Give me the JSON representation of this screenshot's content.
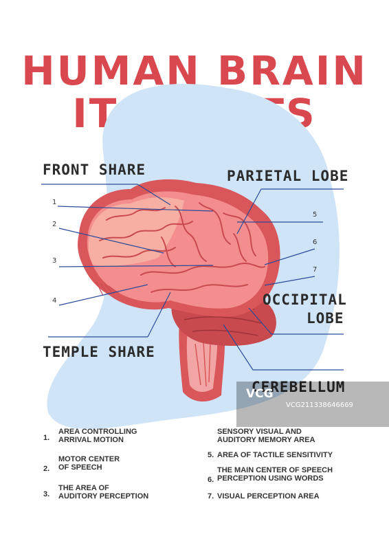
{
  "title": {
    "line1": "HUMAN BRAIN",
    "line2": "ITS PARTS"
  },
  "labels": {
    "front": "FRONT SHARE",
    "parietal": "PARIETAL LOBE",
    "occipital_1": "OCCIPITAL",
    "occipital_2": "LOBE",
    "temple": "TEMPLE SHARE",
    "cerebellum": "CEREBELLUM"
  },
  "numbers": [
    "1",
    "2",
    "3",
    "4",
    "5",
    "6",
    "7"
  ],
  "legend": [
    {
      "n": "1.",
      "text": "AREA CONTROLLING\nARRIVAL MOTION"
    },
    {
      "n": "2.",
      "text": "MOTOR CENTER\nOF SPEECH"
    },
    {
      "n": "3.",
      "text": "THE AREA OF\nAUDITORY PERCEPTION"
    },
    {
      "n": "",
      "text": "SENSORY VISUAL AND\nAUDITORY MEMORY AREA"
    },
    {
      "n": "5.",
      "text": "AREA OF TACTILE SENSITIVITY"
    },
    {
      "n": "6.",
      "text": "THE MAIN CENTER OF SPEECH\nPERCEPTION USING WORDS"
    },
    {
      "n": "7.",
      "text": "VISUAL PERCEPTION AREA"
    }
  ],
  "watermark": {
    "logo": "VCG",
    "text": "VCG211338646669"
  },
  "colors": {
    "title": "#d9474f",
    "backdrop": "#cfe4f7",
    "brain_outer": "#d9565a",
    "brain_inner": "#f48e8e",
    "lines": "#2a4a9a"
  }
}
